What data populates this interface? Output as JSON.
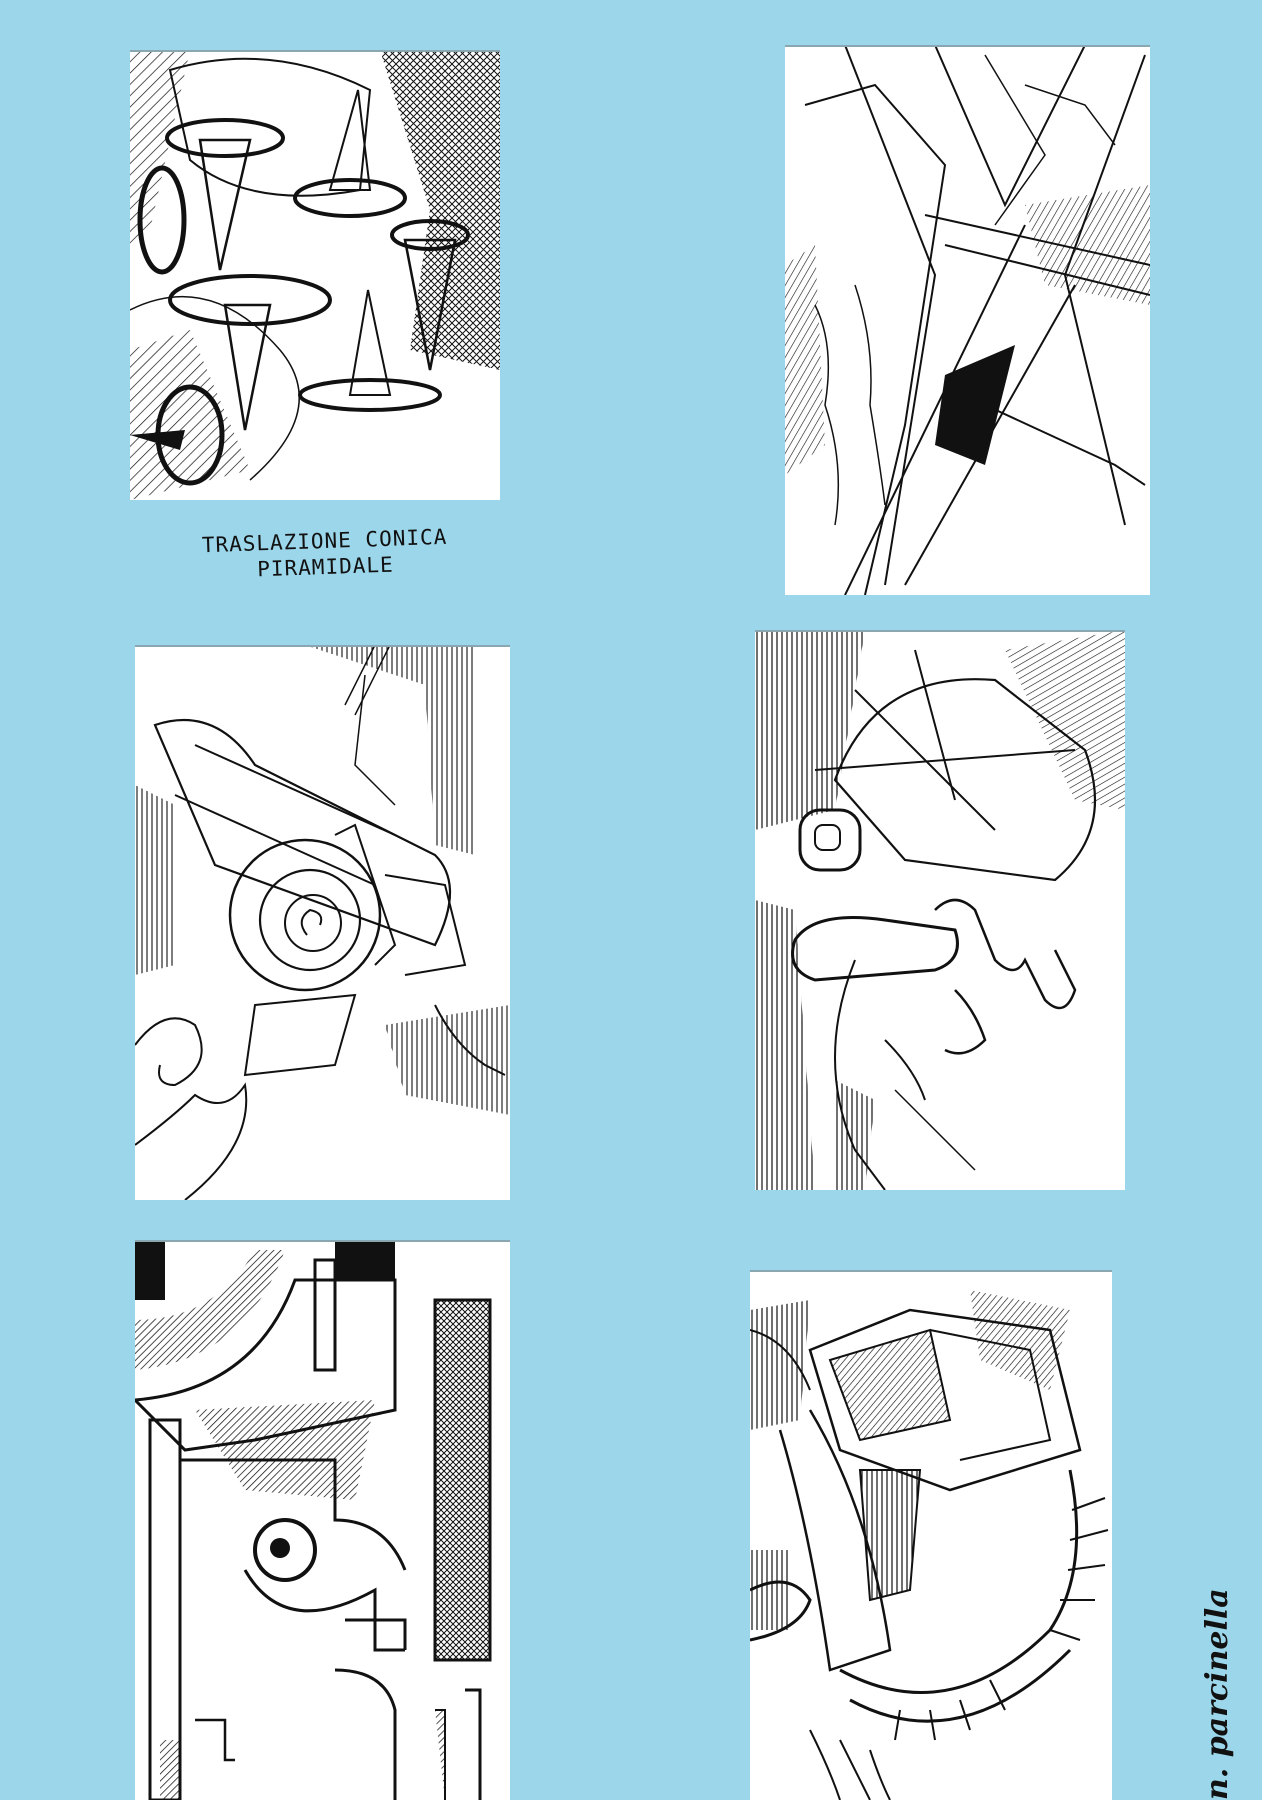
{
  "caption": {
    "line1": "TRASLAZIONE CONICA",
    "line2": "PIRAMIDALE"
  },
  "signature": {
    "text": "n. parcinella"
  },
  "colors": {
    "background": "#9cd6ea",
    "ink": "#111111",
    "paper": "#ffffff"
  },
  "panels": [
    {
      "id": "cones-and-discs"
    },
    {
      "id": "intersecting-planes"
    },
    {
      "id": "ionic-volute-spiral"
    },
    {
      "id": "scroll-with-teeth"
    },
    {
      "id": "keyhole-architecture"
    },
    {
      "id": "gear-capital"
    }
  ]
}
